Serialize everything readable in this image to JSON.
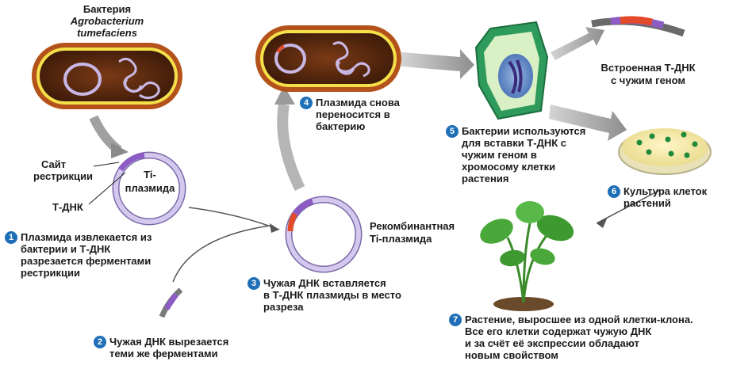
{
  "colors": {
    "membrane_outer": "#b3521a",
    "membrane_inner": "#f6e04a",
    "cytoplasm": "#5a2a10",
    "plasmid": "#c9b8e6",
    "plasmid_edge": "#7a6aa8",
    "tdna": "#8c5cc4",
    "foreign_dna": "#e24a2a",
    "arrow": "#9a9a9a",
    "plant_cell": "#3aa86a",
    "badge": "#1f6fb8"
  },
  "labels": {
    "bacterium_title": "Бактерия",
    "bacterium_species_1": "Agrobacterium",
    "bacterium_species_2": "tumefaciens",
    "restriction_site_1": "Сайт",
    "restriction_site_2": "рестрикции",
    "ti_plasmid_1": "Ti-",
    "ti_plasmid_2": "плазмида",
    "tdna": "Т-ДНК",
    "recombinant_1": "Рекомбинантная",
    "recombinant_2": "Ti-плазмида",
    "inserted_1": "Встроенная Т-ДНК",
    "inserted_2": "с чужим геном"
  },
  "steps": [
    {
      "num": "1",
      "lines": [
        "Плазмида извлекается из",
        "бактерии и Т-ДНК",
        "разрезается ферментами",
        "рестрикции"
      ]
    },
    {
      "num": "2",
      "lines": [
        "Чужая ДНК вырезается",
        "теми же ферментами"
      ]
    },
    {
      "num": "3",
      "lines": [
        "Чужая ДНК вставляется",
        "в Т-ДНК плазмиды в место",
        "разреза"
      ]
    },
    {
      "num": "4",
      "lines": [
        "Плазмида снова",
        "переносится в",
        "бактерию"
      ]
    },
    {
      "num": "5",
      "lines": [
        "Бактерии используются",
        "для вставки Т-ДНК с",
        "чужим геном в",
        "хромосому клетки",
        "растения"
      ]
    },
    {
      "num": "6",
      "lines": [
        "Культура клеток",
        "растений"
      ]
    },
    {
      "num": "7",
      "lines": [
        "Растение, выросшее из одной клетки-клона.",
        "Все его клетки содержат чужую ДНК",
        "и за счёт её экспрессии обладают",
        "новым свойством"
      ]
    }
  ]
}
